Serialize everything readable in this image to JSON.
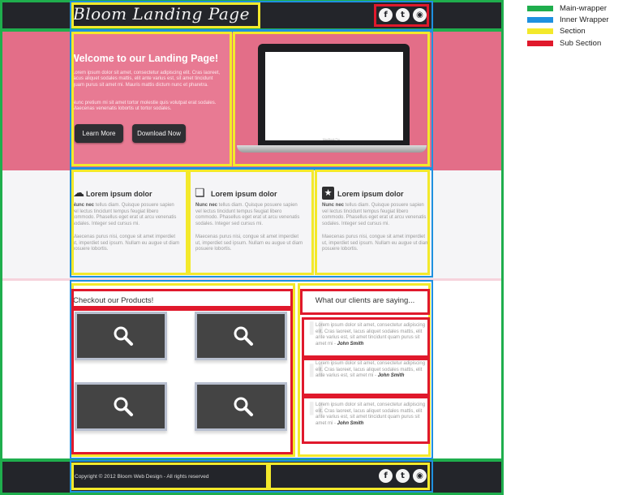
{
  "header": {
    "logo": "Bloom Landing Page",
    "social_icons": [
      {
        "name": "facebook-icon",
        "glyph": "f"
      },
      {
        "name": "twitter-icon",
        "glyph": "t"
      },
      {
        "name": "rss-icon",
        "glyph": "◉"
      }
    ]
  },
  "hero": {
    "title": "Welcome to our Landing Page!",
    "paragraph1": "Lorem ipsum dolor sit amet, consectetur adipiscing elit. Cras laoreet, lacus aliquet sodales mattis, elit ante varius est, sit amet tincidunt quam purus sit amet mi. Mauris mattis dictum nunc et pharetra.",
    "paragraph2": "Nunc pretium mi sit amet tortor molestie quis volutpat erat sodales. Maecenas venenatis lobortis ut tortor sodales.",
    "learn_more": "Learn More",
    "download_now": "Download Now",
    "laptop_label": "MacBook Pro"
  },
  "features": [
    {
      "icon": "cloud-download-icon",
      "glyph": "☁",
      "title": "Lorem ipsum dolor",
      "lead": "Nunc nec",
      "text": " tellus diam. Quisque posuere sapien vel lectus tincidunt tempus feugiat libero commodo. Phasellus eget erat ut arcu venenatis sodales. Integer sed cursus mi.",
      "text2": "Maecenas purus nisi, congue sit amet imperdiet ut, imperdiet sed ipsum. Nullam eu augue ut diam posuere lobortis."
    },
    {
      "icon": "chat-bubbles-icon",
      "glyph": "❏",
      "title": "Lorem ipsum dolor",
      "lead": "Nunc nec",
      "text": " tellus diam. Quisque posuere sapien vel lectus tincidunt tempus feugiat libero commodo. Phasellus eget erat ut arcu venenatis sodales. Integer sed cursus mi.",
      "text2": "Maecenas purus nisi, congue sit amet imperdiet ut, imperdiet sed ipsum. Nullam eu augue ut diam posuere lobortis."
    },
    {
      "icon": "star-icon",
      "glyph": "★",
      "title": "Lorem ipsum dolor",
      "lead": "Nunc nec",
      "text": " tellus diam. Quisque posuere sapien vel lectus tincidunt tempus feugiat libero commodo. Phasellus eget erat ut arcu venenatis sodales. Integer sed cursus mi.",
      "text2": "Maecenas purus nisi, congue sit amet imperdiet ut, imperdiet sed ipsum. Nullam eu augue ut diam posuere lobortis."
    }
  ],
  "products": {
    "heading": "Checkout our Products!",
    "items": [
      "magnifier-icon",
      "magnifier-icon",
      "magnifier-icon",
      "magnifier-icon"
    ]
  },
  "clients": {
    "heading": "What our clients are saying...",
    "testimonials": [
      {
        "text": "Lorem ipsum dolor sit amet, consectetur adipiscing elit. Cras laoreet, lacus aliquet sodales mattis, elit ante varius est, sit amet tincidunt quam purus sit amet mi - ",
        "author": "John Smith"
      },
      {
        "text": "Lorem ipsum dolor sit amet, consectetur adipiscing elit. Cras laoreet, lacus aliquet sodales mattis, elit ante varius est, sit amet mi - ",
        "author": "John Smith"
      },
      {
        "text": "Lorem ipsum dolor sit amet, consectetur adipiscing elit. Cras laoreet, lacus aliquet sodales mattis, elit ante varius est, sit amet tincidunt quam purus sit amet mi - ",
        "author": "John Smith"
      }
    ]
  },
  "footer": {
    "copyright": "Copyright © 2012 Bloom Web Design - All rights reserved"
  },
  "legend": [
    {
      "label": "Main-wrapper",
      "color": "#1fae4d"
    },
    {
      "label": "Inner Wrapper",
      "color": "#1e90e0"
    },
    {
      "label": "Section",
      "color": "#f3e92b"
    },
    {
      "label": "Sub Section",
      "color": "#e0192c"
    }
  ],
  "colors": {
    "dark_bar": "#23252a",
    "hero_pink": "#e36e88",
    "main_wrapper": "#1fae4d",
    "inner_wrapper": "#1e90e0",
    "section": "#f3e92b",
    "sub_section": "#e0192c"
  }
}
